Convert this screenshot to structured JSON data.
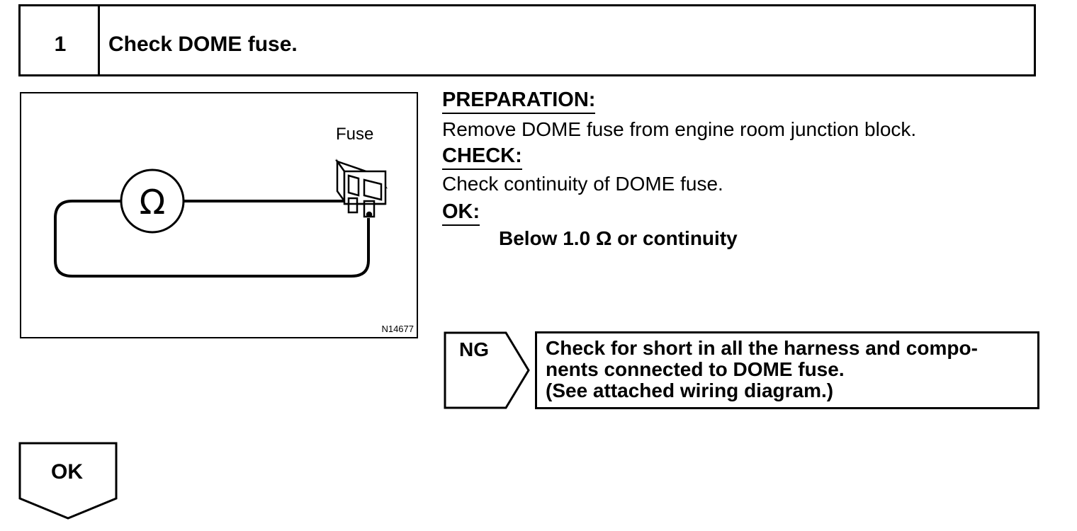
{
  "step": {
    "number": "1",
    "title": "Check DOME fuse."
  },
  "figure": {
    "fuse_label": "Fuse",
    "meter_symbol": "Ω",
    "code": "N14677"
  },
  "preparation": {
    "heading": "PREPARATION:",
    "text": "Remove DOME fuse from engine room junction block."
  },
  "check": {
    "heading": "CHECK:",
    "text": "Check continuity of DOME fuse."
  },
  "ok_spec": {
    "heading": "OK:",
    "text": "Below 1.0 Ω or continuity"
  },
  "ng_branch": {
    "label": "NG",
    "lines": [
      "Check for short in all the harness and compo-",
      "nents connected to DOME fuse.",
      "(See attached wiring diagram.)"
    ]
  },
  "ok_branch": {
    "label": "OK"
  }
}
